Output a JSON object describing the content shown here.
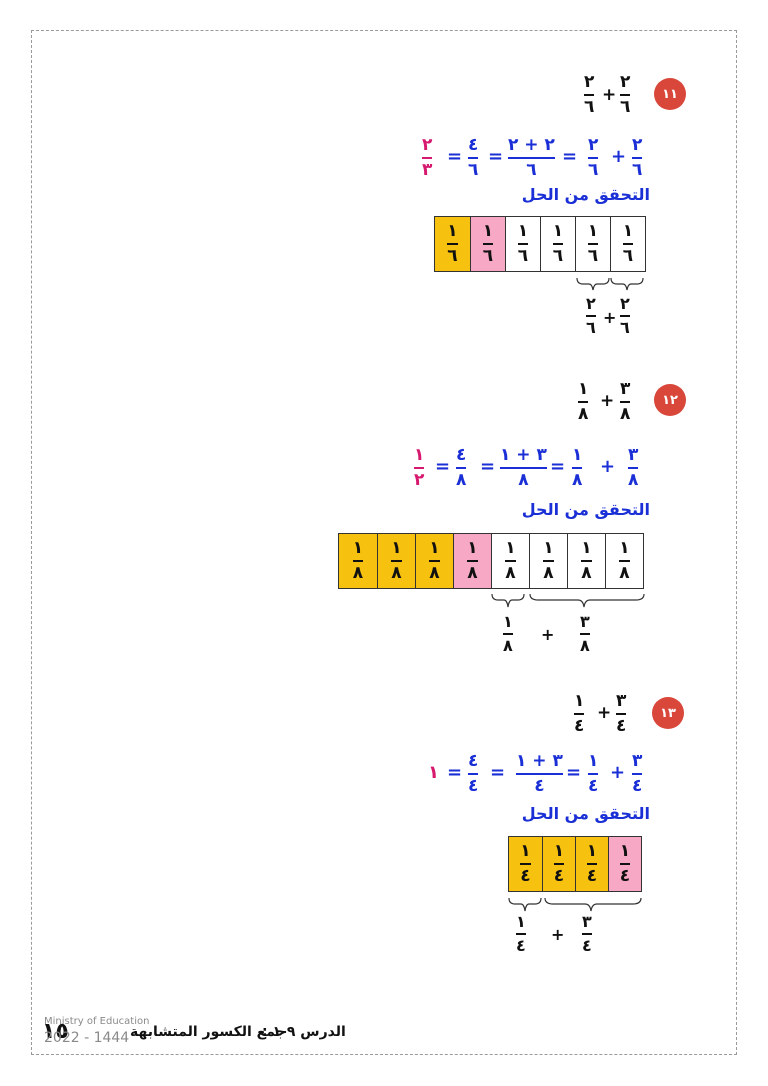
{
  "page": {
    "number": "١٥",
    "lesson_label": "الدرس ٩-١ :",
    "lesson_title": "جمع الكسور المتشابهة",
    "watermark_top": "Ministry of Education",
    "watermark_bottom": "2022 - 1444"
  },
  "colors": {
    "blue": "#1a2fd6",
    "magenta": "#d6186e",
    "pink": "#f7a8c4",
    "gold": "#f7c20f",
    "badge": "#d9473a"
  },
  "check_heading": "التحقق من الحل",
  "problems": [
    {
      "badge": "١١",
      "question": {
        "a_num": "٢",
        "a_den": "٦",
        "op": "+",
        "b_num": "٢",
        "b_den": "٦"
      },
      "solution": {
        "t1_num": "٢",
        "t1_den": "٦",
        "t2_num": "٢",
        "t2_den": "٦",
        "sum_num": "٢ + ٢",
        "sum_den": "٦",
        "mid_num": "٤",
        "mid_den": "٦",
        "result_num": "٢",
        "result_den": "٣",
        "eq": "=",
        "op": "+"
      },
      "model": {
        "cells": [
          {
            "num": "١",
            "den": "٦",
            "color": "white"
          },
          {
            "num": "١",
            "den": "٦",
            "color": "white"
          },
          {
            "num": "١",
            "den": "٦",
            "color": "white"
          },
          {
            "num": "١",
            "den": "٦",
            "color": "white"
          },
          {
            "num": "١",
            "den": "٦",
            "color": "pink"
          },
          {
            "num": "١",
            "den": "٦",
            "color": "gold"
          }
        ],
        "below": {
          "a_num": "٢",
          "a_den": "٦",
          "op": "+",
          "b_num": "٢",
          "b_den": "٦"
        }
      }
    },
    {
      "badge": "١٢",
      "question": {
        "a_num": "١",
        "a_den": "٨",
        "op": "+",
        "b_num": "٣",
        "b_den": "٨"
      },
      "solution": {
        "t1_num": "٣",
        "t1_den": "٨",
        "t2_num": "١",
        "t2_den": "٨",
        "sum_num": "٣ + ١",
        "sum_den": "٨",
        "mid_num": "٤",
        "mid_den": "٨",
        "result_num": "١",
        "result_den": "٢",
        "eq": "=",
        "op": "+"
      },
      "model": {
        "cells": [
          {
            "num": "١",
            "den": "٨",
            "color": "white"
          },
          {
            "num": "١",
            "den": "٨",
            "color": "white"
          },
          {
            "num": "١",
            "den": "٨",
            "color": "white"
          },
          {
            "num": "١",
            "den": "٨",
            "color": "white"
          },
          {
            "num": "١",
            "den": "٨",
            "color": "pink"
          },
          {
            "num": "١",
            "den": "٨",
            "color": "gold"
          },
          {
            "num": "١",
            "den": "٨",
            "color": "gold"
          },
          {
            "num": "١",
            "den": "٨",
            "color": "gold"
          }
        ],
        "below": {
          "a_num": "١",
          "a_den": "٨",
          "op": "+",
          "b_num": "٣",
          "b_den": "٨"
        }
      }
    },
    {
      "badge": "١٣",
      "question": {
        "a_num": "١",
        "a_den": "٤",
        "op": "+",
        "b_num": "٣",
        "b_den": "٤"
      },
      "solution": {
        "t1_num": "٣",
        "t1_den": "٤",
        "t2_num": "١",
        "t2_den": "٤",
        "sum_num": "٣ + ١",
        "sum_den": "٤",
        "mid_num": "٤",
        "mid_den": "٤",
        "result": "١",
        "eq": "=",
        "op": "+"
      },
      "model": {
        "cells": [
          {
            "num": "١",
            "den": "٤",
            "color": "pink"
          },
          {
            "num": "١",
            "den": "٤",
            "color": "gold"
          },
          {
            "num": "١",
            "den": "٤",
            "color": "gold"
          },
          {
            "num": "١",
            "den": "٤",
            "color": "gold"
          }
        ],
        "below": {
          "a_num": "١",
          "a_den": "٤",
          "op": "+",
          "b_num": "٣",
          "b_den": "٤"
        }
      }
    }
  ]
}
